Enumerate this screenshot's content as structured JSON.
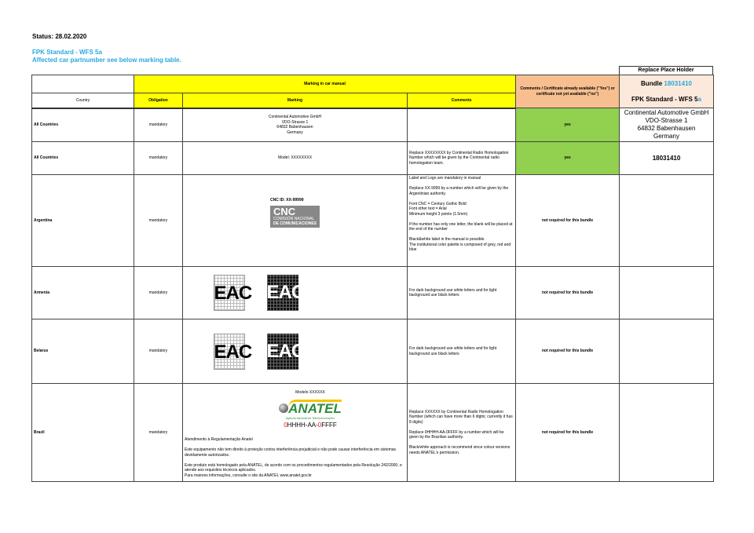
{
  "status": "Status: 28.02.2020",
  "standard": "FPK Standard - WFS 5a",
  "affected": "Affected car partnumber see below marking table.",
  "replace_header": "Replace Place Holder",
  "headers": {
    "marking_in_manual": "Marking in car manual",
    "cert": "Comments / Certificate already available (\"Yes\") or certificate not yet available (\"no\")",
    "bundle_label": "Bundle ",
    "bundle_num": "18031410",
    "fpk_label": "FPK Standard - WFS 5",
    "fpk_suffix": "a",
    "country": "Country",
    "obligation": "Obligation",
    "marking": "Marking",
    "comments": "Comments"
  },
  "rows": [
    {
      "country": "All Countries",
      "obligation": "mandatory",
      "marking": [
        "Continental Automotive GmbH",
        "VDO-Strasse 1",
        "64832 Babenhausen",
        "Germany"
      ],
      "comments": "",
      "cert": "yes",
      "replace": [
        "Continental Automotive GmbH",
        "VDO-Strasse 1",
        "64832 Babenhausen",
        "Germany"
      ]
    },
    {
      "country": "All Countries",
      "obligation": "mandatory",
      "marking": "Model: XXXXXXXX",
      "comments": "Replace XXXXXXXX by Continental Radio Homologation Number which will be given by the Continental radio homologation team.",
      "cert": "yes",
      "replace": "18031410"
    },
    {
      "country": "Argentina",
      "obligation": "mandatory",
      "marking": {
        "id": "CNC ID: XX-99999",
        "logo": "CNC",
        "logo_text": [
          "COMISIÓN NACIONAL",
          "DE COMUNICACIONES"
        ]
      },
      "comments": [
        "Label and Logo are mandatory in manual",
        "Replace XX-9999 by a number which will be given by the Argentinian authority.",
        "Font CNC = Century Gothic Bold\nFont other text  = Arial\nMinimum height 3 points (1.5mm)",
        "If the number has only one letter, the blank will be placed at the end of the number",
        "Black&white label in the manual is possible.\nThe institutional color palette is composed of grey, red and blue"
      ],
      "cert": "not required for this bundle"
    },
    {
      "country": "Armenia",
      "obligation": "mandatory",
      "logo": "EAC",
      "comments": "For dark background use white letters and for light background use black letters",
      "cert": "not required for this bundle"
    },
    {
      "country": "Belarus",
      "obligation": "mandatory",
      "logo": "EAC",
      "comments": "For dark background use white letters and for light background use black letters",
      "cert": "not required for this bundle"
    },
    {
      "country": "Brazil",
      "obligation": "mandatory",
      "marking": {
        "model": "Modelo XXXXXX",
        "logo": "ANATEL",
        "logo_sub": "Agência Nacional de Telecomunicações",
        "code_a": "0",
        "code_b": "HHHH-AA-",
        "code_c": "0",
        "code_d": "FFFF",
        "p1": "Atendimento à Regulamentação Anatel",
        "p2": "Este equipamento não tem direito à proteção contra interferência prejudicial e não pode causar interferência em sistemas devidamente autorizados.",
        "p3": "Este produto está homologado pela ANATEL, de acordo com os procedimentos regulamentados pela Resolução 242/2000, e atende aos requisitos técnicos aplicados.\nPara maiores informações, consulte o site da ANATEL www.anatel.gov.br"
      },
      "comments": [
        "Replace XXXXXX by Continental Radio Homologation Number (which can have more than 6 digits; currently it has 8 digits)",
        "Replace 0HHHH-AA-0FFFF by a number which will be given by the Brazilian authority.",
        "Black/white approach is  recommend since colour versions needs ANATEL's permission."
      ],
      "cert": "not required for this bundle"
    }
  ]
}
